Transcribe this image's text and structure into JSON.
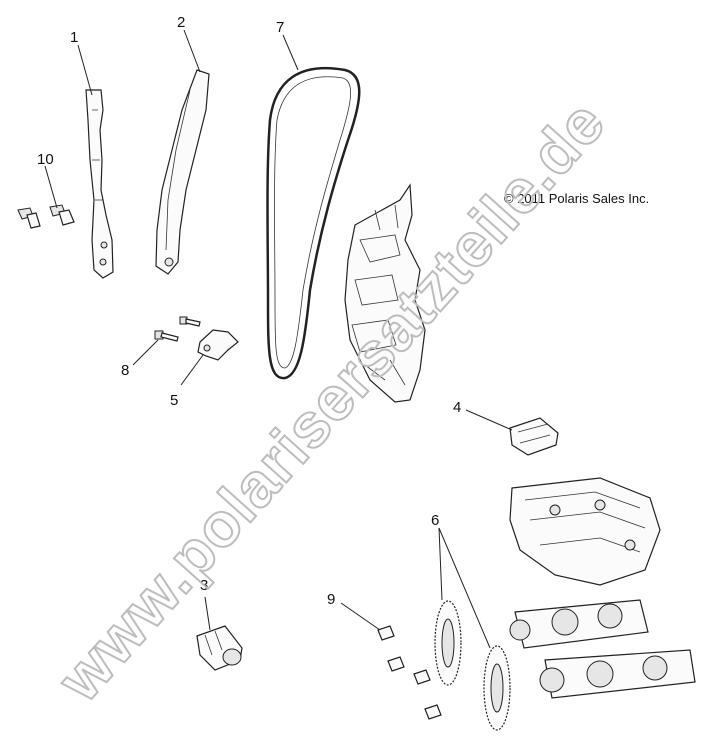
{
  "copyright": "© 2011 Polaris Sales Inc.",
  "watermark": "www.polarisersatzteile.de",
  "callouts": [
    "1",
    "2",
    "3",
    "4",
    "5",
    "6",
    "7",
    "8",
    "9",
    "10"
  ]
}
